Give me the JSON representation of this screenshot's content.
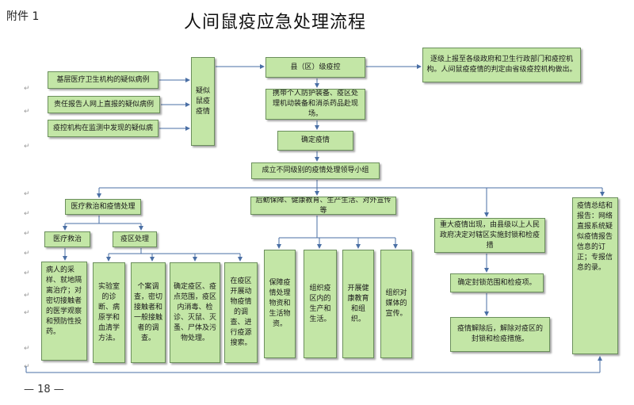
{
  "header": {
    "attachment": "附件 1",
    "title": "人间鼠疫应急处理流程",
    "page_number": "— 18 —"
  },
  "nodes": {
    "source1": "基层医疗卫生机构的疑似病例",
    "source2": "责任报告人网上直报的疑似病例",
    "source3": "疫控机构在监测中发现的疑似病",
    "suspected": "疑似鼠疫疫情",
    "county": "县（区）级疫控",
    "report": "逐级上报至各级政府和卫生行政部门和疫控机构。人间鼠疫疫情的判定由省级疫控机构做出。",
    "carry": "携带个人防护装备、疫区处理机动装备和消杀药品赴现场。",
    "confirm": "确定疫情",
    "leadership": "成立不同级别的疫情处理领导小组",
    "medical": "医疗救治和疫情处理",
    "logistics": "后勤保障、健康教育、生产生活、对外宣传等",
    "major": "重大疫情出现，由县级以上人民政府决定对辖区实施封锁和检疫措",
    "summary": "疫情总结和报告：网络直报系统疑似疫情报告信息的订正；专报信息的录。",
    "treat": "医疗救治",
    "area": "疫区处理",
    "patient": "病人的采样、就地隔离治疗；对密切接触者的医学观察和预防性投药。",
    "lab": "实验室的诊断、病原学和血清学方法。",
    "investigate": "个案调查，密切接触者和一般接触者的调查。",
    "define": "确定疫区、疫点范围，疫区内消毒、检诊、灭鼠、灭蚤、尸体及污物处理。",
    "animal": "在疫区开展动物疫情的调查、进行疫源搜索。",
    "supply": "保障疫情处理物资和生活物资。",
    "production": "组织疫区内的生产和生活。",
    "education": "开展健康教育和组织。",
    "media": "组织对媒体的宣传。",
    "blockade": "确定封锁范围和检疫项。",
    "lift": "疫情解除后，解除对疫区的封锁和检疫措施。"
  },
  "colors": {
    "box_fill": "#c3e6a6",
    "box_border": "#6b8f5c",
    "line": "#4a6fa5"
  }
}
